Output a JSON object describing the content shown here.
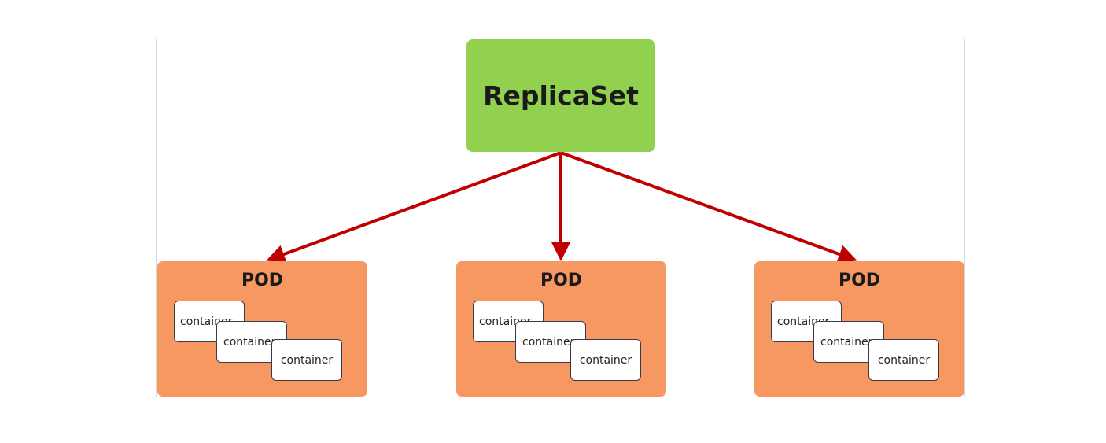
{
  "diagram": {
    "root": {
      "label": "ReplicaSet",
      "color": "#92d050"
    },
    "edge_color": "#c00000",
    "pod_color": "#f79862",
    "pods": [
      {
        "label": "POD",
        "containers": [
          "container",
          "container",
          "container"
        ]
      },
      {
        "label": "POD",
        "containers": [
          "container",
          "container",
          "container"
        ]
      },
      {
        "label": "POD",
        "containers": [
          "container",
          "container",
          "container"
        ]
      }
    ]
  }
}
